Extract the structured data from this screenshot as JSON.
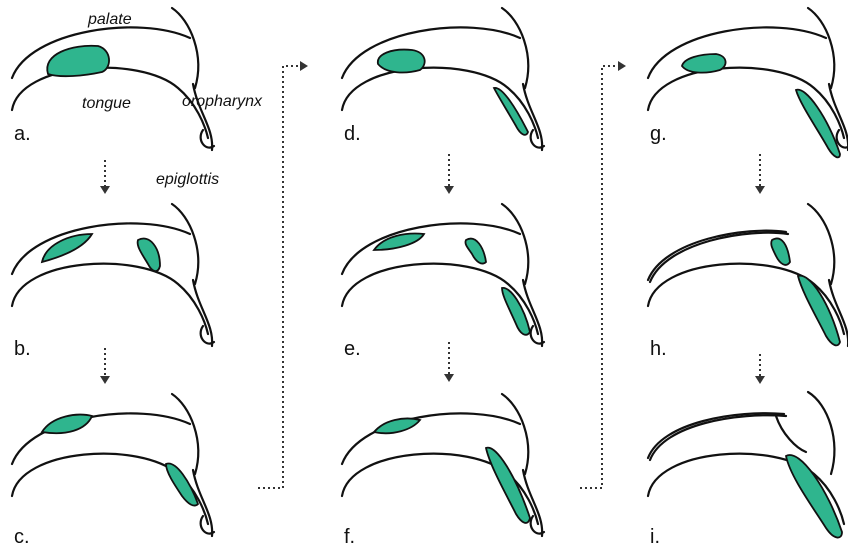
{
  "anatomy_labels": {
    "palate": "palate",
    "tongue": "tongue",
    "oropharynx": "oropharynx",
    "epiglottis": "epiglottis"
  },
  "panels": [
    {
      "label": "a."
    },
    {
      "label": "b."
    },
    {
      "label": "c."
    },
    {
      "label": "d."
    },
    {
      "label": "e."
    },
    {
      "label": "f."
    },
    {
      "label": "g."
    },
    {
      "label": "h."
    },
    {
      "label": "i."
    }
  ],
  "colors": {
    "bolus": "#2fb58e",
    "outline": "#111111",
    "arrow": "#333333"
  }
}
